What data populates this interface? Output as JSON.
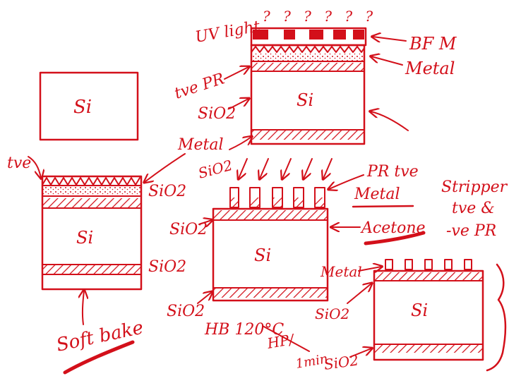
{
  "ink_color": "#d3101a",
  "background": "#ffffff",
  "labels": {
    "si_top_left": "Si",
    "tve_left": "tve",
    "sio2_left_upper": "SiO2",
    "si_left": "Si",
    "sio2_left_lower": "SiO2",
    "soft_bake": "Soft bake",
    "uv_light": "UV light",
    "question_marks": "? ? ? ? ? ?",
    "bfm": "BF M",
    "metal_top_right": "Metal",
    "tve_pr": "tve PR",
    "sio2_top": "SiO2",
    "si_top": "Si",
    "metal_middle": "Metal",
    "sio2_middle_arrows": "SiO2",
    "pr_tve": "PR tve",
    "metal_underlined": "Metal",
    "acetone": "Acetone",
    "sio2_middle_left": "SiO2",
    "si_middle": "Si",
    "sio2_middle_bottom": "SiO2",
    "hb": "HB  120°C",
    "hp": "HP/",
    "one_min": "1min",
    "stripper": "Stripper",
    "tve_and": "tve &",
    "ve_pr": "-ve PR",
    "metal_bottom_right": "Metal",
    "sio2_bottom_right_left": "SiO2",
    "si_bottom_right": "Si",
    "sio2_bottom_right": "SiO2"
  }
}
